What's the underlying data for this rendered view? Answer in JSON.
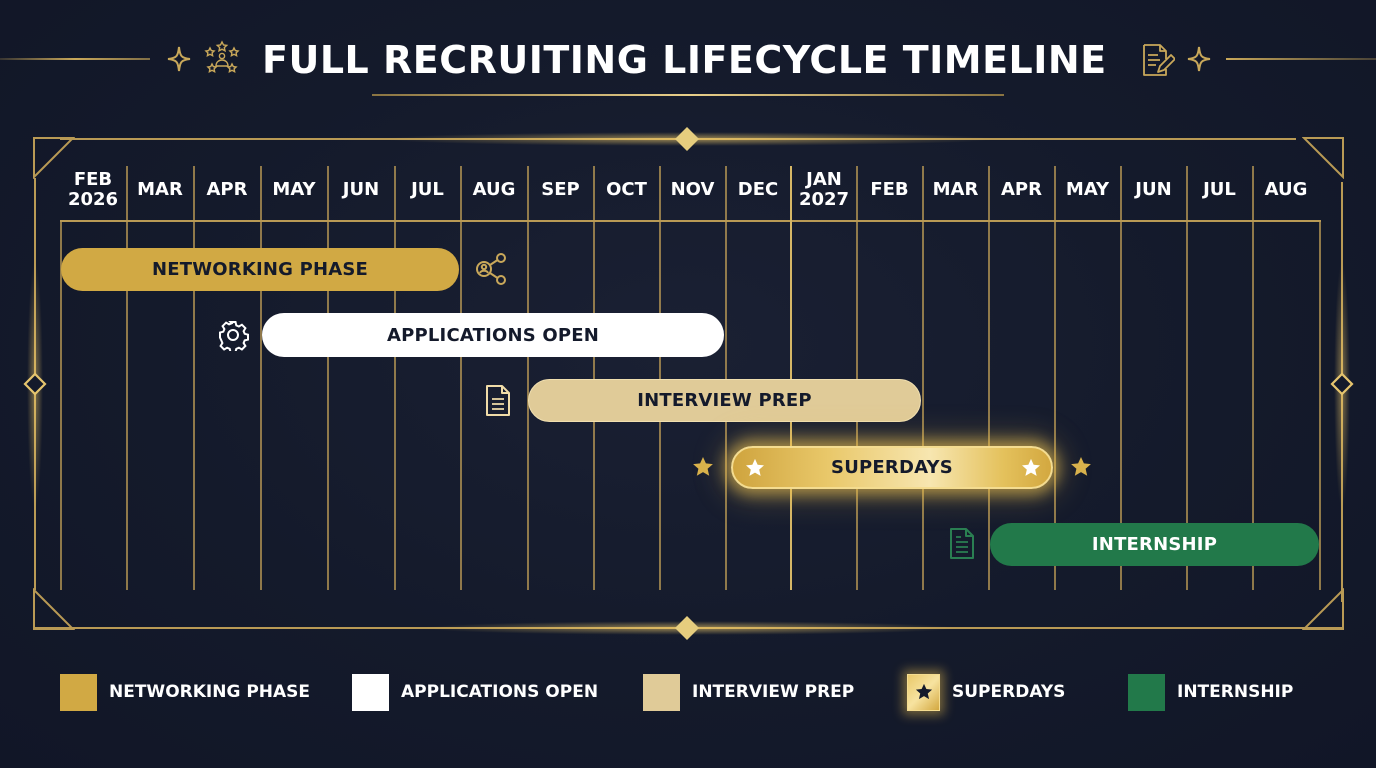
{
  "header": {
    "title": "FULL RECRUITING LIFECYCLE TIMELINE",
    "left_icons": [
      "sparkle-icon",
      "stars-cluster-icon"
    ],
    "right_icons": [
      "document-edit-icon",
      "sparkle-icon"
    ]
  },
  "months": [
    {
      "label": "FEB",
      "year": "2026"
    },
    {
      "label": "MAR"
    },
    {
      "label": "APR"
    },
    {
      "label": "MAY"
    },
    {
      "label": "JUN"
    },
    {
      "label": "JUL"
    },
    {
      "label": "AUG"
    },
    {
      "label": "SEP"
    },
    {
      "label": "OCT"
    },
    {
      "label": "NOV"
    },
    {
      "label": "DEC"
    },
    {
      "label": "JAN",
      "year": "2027"
    },
    {
      "label": "FEB"
    },
    {
      "label": "MAR"
    },
    {
      "label": "APR"
    },
    {
      "label": "MAY"
    },
    {
      "label": "JUN"
    },
    {
      "label": "JUL"
    },
    {
      "label": "AUG"
    }
  ],
  "bars": {
    "networking": {
      "label": "NETWORKING PHASE",
      "icon": "share-network-icon",
      "color": "#d1a944"
    },
    "applications": {
      "label": "APPLICATIONS OPEN",
      "icon": "gear-icon",
      "color": "#ffffff"
    },
    "interview": {
      "label": "INTERVIEW PREP",
      "icon": "document-icon",
      "color": "#e0cb98"
    },
    "superdays": {
      "label": "SUPERDAYS",
      "icon": "star-icon",
      "color": "#e9c86a"
    },
    "internship": {
      "label": "INTERNSHIP",
      "icon": "document-icon",
      "color": "#22794a"
    }
  },
  "legend": [
    {
      "label": "NETWORKING PHASE",
      "color": "#d1a944"
    },
    {
      "label": "APPLICATIONS OPEN",
      "color": "#ffffff"
    },
    {
      "label": "INTERVIEW PREP",
      "color": "#e0cb98"
    },
    {
      "label": "SUPERDAYS",
      "color": "#e9c86a",
      "icon": "star-icon"
    },
    {
      "label": "INTERNSHIP",
      "color": "#22794a"
    }
  ],
  "chart_data": {
    "type": "gantt",
    "title": "FULL RECRUITING LIFECYCLE TIMELINE",
    "x_axis": {
      "categories": [
        "FEB 2026",
        "MAR",
        "APR",
        "MAY",
        "JUN",
        "JUL",
        "AUG",
        "SEP",
        "OCT",
        "NOV",
        "DEC",
        "JAN 2027",
        "FEB",
        "MAR",
        "APR",
        "MAY",
        "JUN",
        "JUL",
        "AUG"
      ],
      "range": [
        "2026-02",
        "2027-08"
      ]
    },
    "tasks": [
      {
        "name": "NETWORKING PHASE",
        "start": "2026-02",
        "end": "2026-07 end",
        "start_index": 0,
        "end_index": 6.0,
        "color": "#d1a944"
      },
      {
        "name": "APPLICATIONS OPEN",
        "start": "2026-05",
        "end": "2026-11 end",
        "start_index": 3.0,
        "end_index": 9.95,
        "color": "#ffffff"
      },
      {
        "name": "INTERVIEW PREP",
        "start": "2026-09",
        "end": "2027-02 end",
        "start_index": 7.0,
        "end_index": 12.9,
        "color": "#e0cb98"
      },
      {
        "name": "SUPERDAYS",
        "start": "2026-12 mid",
        "end": "2027-04 end",
        "start_index": 10.1,
        "end_index": 14.95,
        "color": "#e9c86a"
      },
      {
        "name": "INTERNSHIP",
        "start": "2027-04 mid",
        "end": "2027-08 end",
        "start_index": 14.0,
        "end_index": 19.0,
        "color": "#22794a"
      }
    ],
    "legend_position": "bottom",
    "grid": true,
    "annotations": [
      "Year boundary line at JAN 2027"
    ]
  }
}
